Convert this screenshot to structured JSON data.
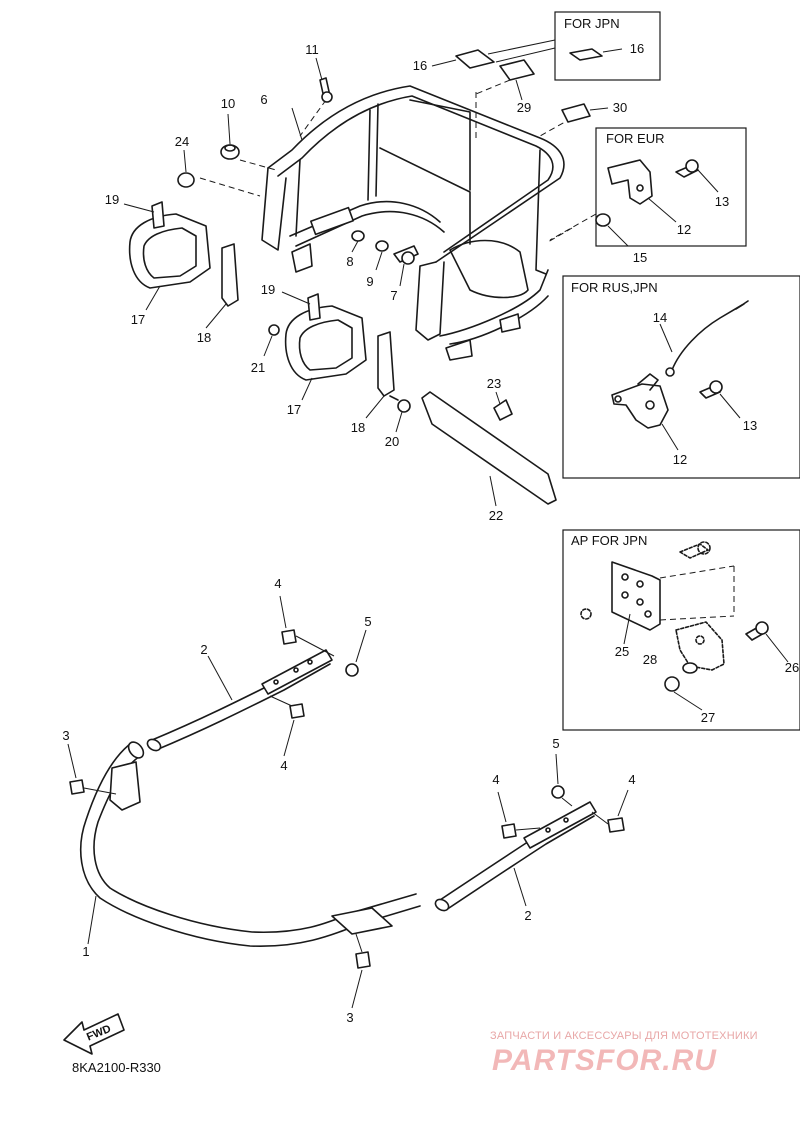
{
  "boxes": {
    "for_jpn": "FOR JPN",
    "for_eur": "FOR EUR",
    "for_rus_jpn": "FOR RUS,JPN",
    "ap_for_jpn": "AP FOR JPN"
  },
  "callouts": {
    "n1": "1",
    "n2a": "2",
    "n2b": "2",
    "n3a": "3",
    "n3b": "3",
    "n4a": "4",
    "n4b": "4",
    "n4c": "4",
    "n4d": "4",
    "n5a": "5",
    "n5b": "5",
    "n6": "6",
    "n7": "7",
    "n8": "8",
    "n9": "9",
    "n10": "10",
    "n11": "11",
    "n12a": "12",
    "n12b": "12",
    "n13a": "13",
    "n13b": "13",
    "n14": "14",
    "n15": "15",
    "n16a": "16",
    "n16b": "16",
    "n17a": "17",
    "n17b": "17",
    "n18a": "18",
    "n18b": "18",
    "n19a": "19",
    "n19b": "19",
    "n20": "20",
    "n21": "21",
    "n22": "22",
    "n23": "23",
    "n24": "24",
    "n25": "25",
    "n26": "26",
    "n27": "27",
    "n28": "28",
    "n29": "29",
    "n30": "30"
  },
  "fwd_arrow": "FWD",
  "drawing_code": "8KA2100-R330",
  "watermark": {
    "tagline": "ЗАПЧАСТИ И АКСЕССУАРЫ ДЛЯ МОТОТЕХНИКИ",
    "brand": "PARTSFOR.RU"
  },
  "colors": {
    "line": "#1a1a1a",
    "watermark": "#f2b8b8"
  }
}
